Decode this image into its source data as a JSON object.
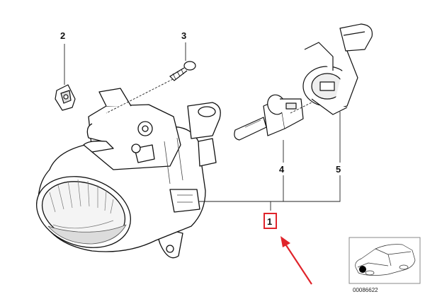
{
  "diagram": {
    "callouts": [
      {
        "id": "2",
        "label": "2"
      },
      {
        "id": "3",
        "label": "3"
      },
      {
        "id": "4",
        "label": "4"
      },
      {
        "id": "5",
        "label": "5"
      },
      {
        "id": "1",
        "label": "1",
        "highlighted": true
      }
    ],
    "catalog_number": "00086622",
    "highlight_color": "#e0242b",
    "arrow_color": "#e0242b"
  }
}
